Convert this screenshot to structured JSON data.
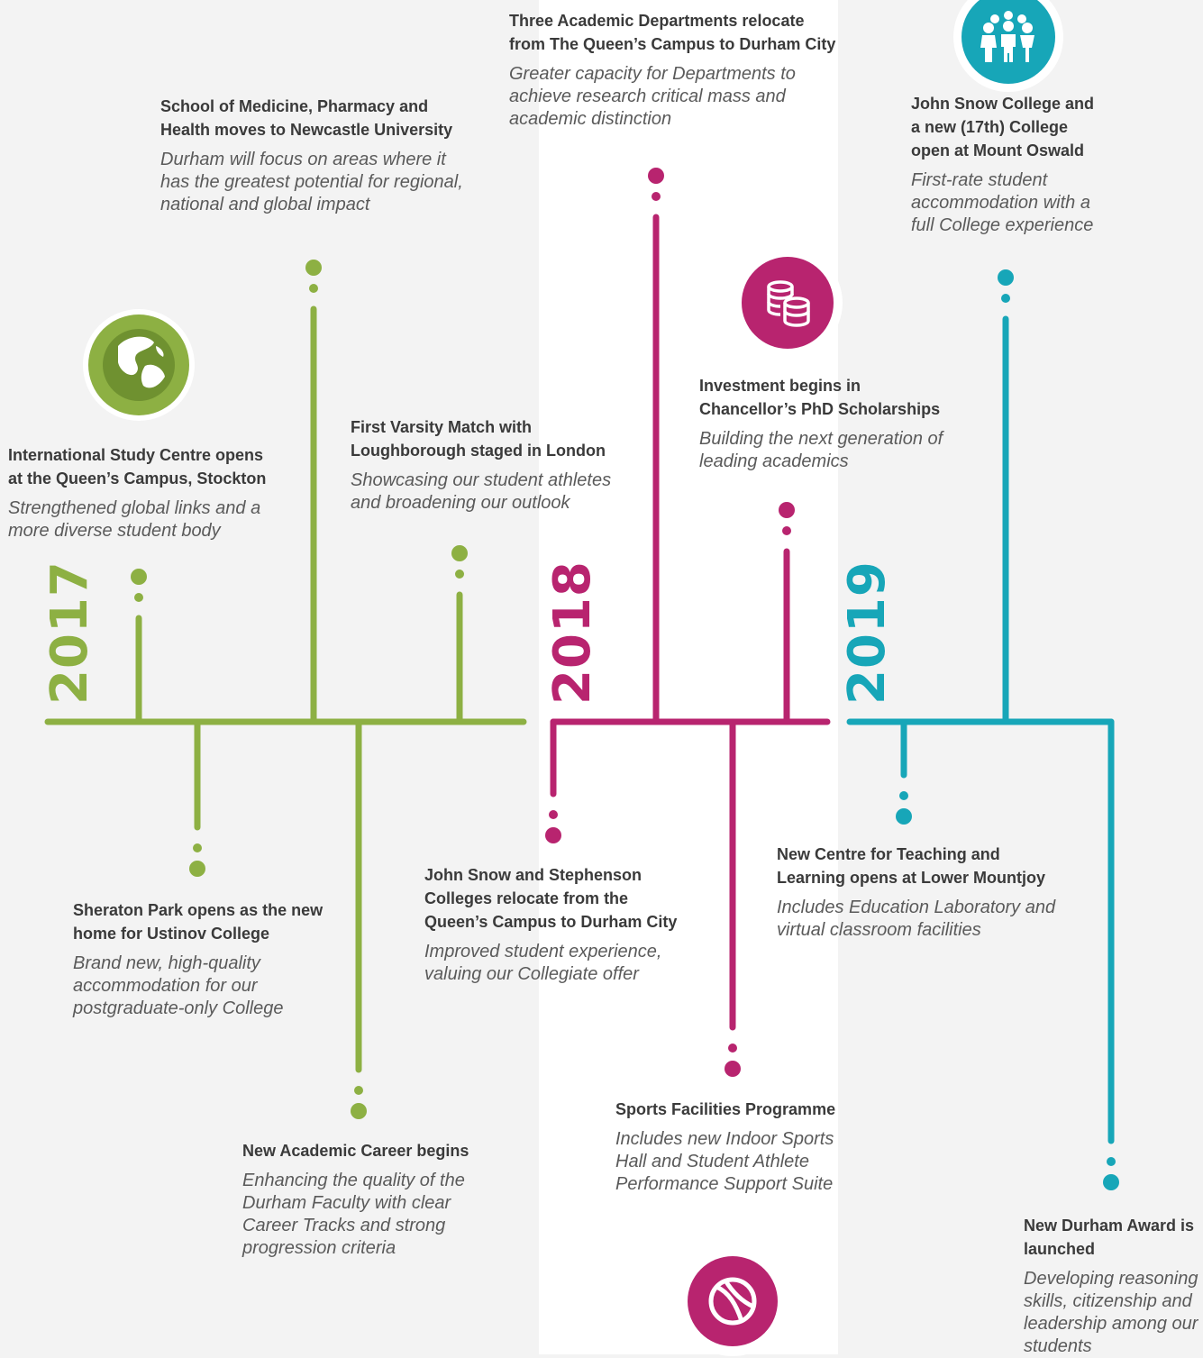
{
  "colors": {
    "y2017": "#8db043",
    "y2018": "#b8246f",
    "y2019": "#17a6b8"
  },
  "years": [
    "2017",
    "2018",
    "2019"
  ],
  "icons": {
    "globe": "globe-icon",
    "coins": "coins-icon",
    "people": "people-icon",
    "ball": "ball-icon"
  },
  "events": [
    {
      "title": "International Study Centre opens at the Queen’s Campus, Stockton",
      "desc": "Strengthened global links and a more diverse student body"
    },
    {
      "title": "School of Medicine, Pharmacy and Health moves to Newcastle University",
      "desc": "Durham will focus on areas where it has the greatest potential for regional, national and global impact"
    },
    {
      "title": "First Varsity Match with Loughborough staged in London",
      "desc": "Showcasing our student athletes and broadening our outlook"
    },
    {
      "title": "Sheraton Park opens as the new home for Ustinov College",
      "desc": "Brand new, high-quality accommodation for our postgraduate-only College"
    },
    {
      "title": "New Academic Career begins",
      "desc": "Enhancing the quality of the Durham Faculty with clear Career Tracks and strong progression criteria"
    },
    {
      "title": "Three Academic Departments relocate from The Queen’s Campus to Durham City",
      "desc": "Greater capacity for Departments to achieve research critical mass and academic distinction"
    },
    {
      "title": "Investment begins in Chancellor’s PhD Scholarships",
      "desc": "Building the next generation of leading academics"
    },
    {
      "title": "John Snow and Stephenson Colleges relocate from the Queen’s Campus to Durham City",
      "desc": "Improved student experience, valuing our Collegiate offer"
    },
    {
      "title": "Sports Facilities Programme",
      "desc": "Includes new Indoor Sports Hall and Student Athlete Performance Support Suite"
    },
    {
      "title": "John Snow College and a new (17th) College open at Mount Oswald",
      "desc": "First-rate student accommodation with a full College experience"
    },
    {
      "title": "New Centre for Teaching and Learning opens at Lower Mountjoy",
      "desc": "Includes Education Laboratory and virtual classroom facilities"
    },
    {
      "title": "New Durham Award is launched",
      "desc": "Developing reasoning skills, citizenship and leadership among our students"
    }
  ]
}
